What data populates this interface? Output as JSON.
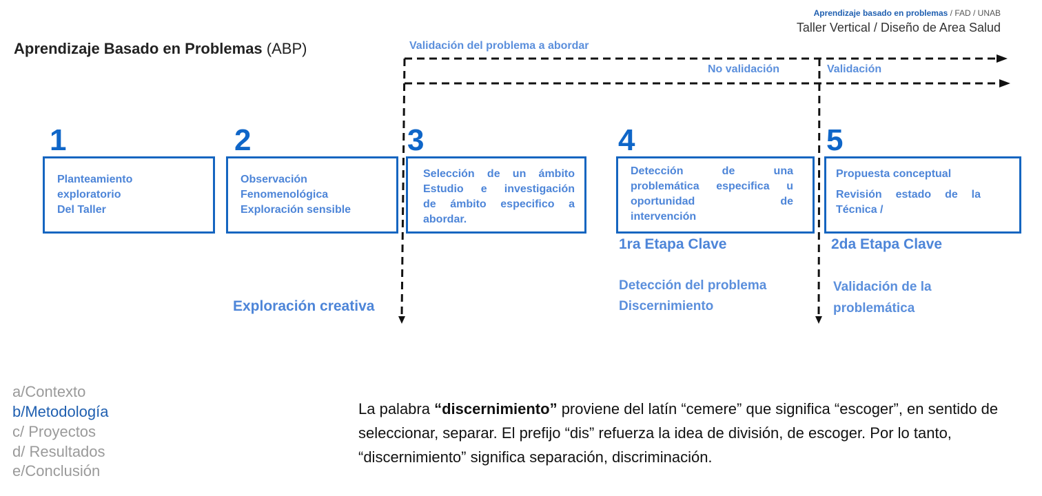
{
  "header": {
    "course_line_bold": "Aprendizaje basado en problemas",
    "course_line_rest": " / FAD / UNAB",
    "subtitle": "Taller Vertical / Diseño de Area Salud"
  },
  "title": {
    "bold": "Aprendizaje Basado en Problemas",
    "rest": " (ABP)"
  },
  "flow": {
    "validation_label": "Validación del problema a abordar",
    "no_validation_label": "No validación",
    "validation_short_label": "Validación"
  },
  "steps": [
    {
      "number": "1",
      "lines": [
        "Planteamiento",
        "exploratorio",
        "Del Taller"
      ]
    },
    {
      "number": "2",
      "lines": [
        "Observación",
        "Fenomenológica",
        "Exploración sensible"
      ]
    },
    {
      "number": "3",
      "lines": [
        "Selección de un ámbito",
        "Estudio e investigación",
        "de ámbito especifico a",
        "abordar."
      ]
    },
    {
      "number": "4",
      "lines": [
        "Detección de una",
        "problemática especifica u",
        "oportunidad de",
        "intervención"
      ]
    },
    {
      "number": "5",
      "lines": [
        "Propuesta conceptual",
        "Revisión estado de la",
        "Técnica /"
      ]
    }
  ],
  "stages": {
    "first": "1ra Etapa Clave",
    "second": "2da Etapa Clave"
  },
  "notes": {
    "exploration": "Exploración creativa",
    "detection": "Detección del problema",
    "discernment": "Discernimiento",
    "validation_1": "Validación de la",
    "validation_2": "problemática"
  },
  "nav": [
    {
      "label": "a/Contexto"
    },
    {
      "label": "b/Metodología",
      "active": true
    },
    {
      "label": "c/ Proyectos"
    },
    {
      "label": "d/ Resultados"
    },
    {
      "label": "e/Conclusión"
    }
  ],
  "paragraph": {
    "p1": "La palabra ",
    "emph": "“discernimiento”",
    "p2": " proviene del latín “cemere” que significa “escoger”, en sentido de seleccionar, separar. El prefijo “dis” refuerza la idea de división, de escoger. Por lo tanto, “discernimiento” significa separación, discriminación."
  },
  "colors": {
    "box_border": "#1565c0",
    "number": "#0f66c8",
    "label": "#4d85d8",
    "nav_active": "#1f5fb0",
    "nav_inactive": "#9a9a9a"
  }
}
